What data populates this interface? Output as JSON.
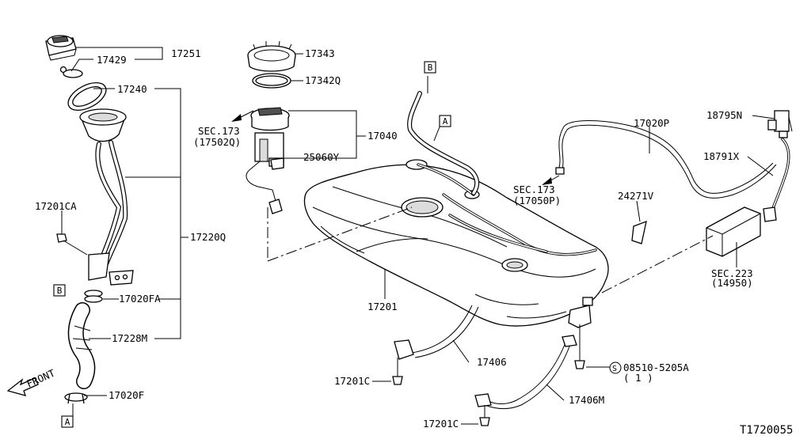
{
  "diagram": {
    "drawing_number": "T1720055",
    "front_label": "FRONT",
    "refs": {
      "a": "A",
      "b": "B",
      "s": "S"
    },
    "parts": {
      "p17251": "17251",
      "p17429": "17429",
      "p17240": "17240",
      "p17201CA": "17201CA",
      "p17220Q": "17220Q",
      "p17020FA": "17020FA",
      "p17228M": "17228M",
      "p17020F": "17020F",
      "p17343": "17343",
      "p17342Q": "17342Q",
      "p17040": "17040",
      "p25060Y": "25060Y",
      "p17201": "17201",
      "p17406": "17406",
      "p17406M": "17406M",
      "p17201C_1": "17201C",
      "p17201C_2": "17201C",
      "p17020P": "17020P",
      "p18795N": "18795N",
      "p18791X": "18791X",
      "p24271V": "24271V",
      "p08510": "08510-5205A",
      "p08510_qty": "( 1 )"
    },
    "sections": {
      "sec173_a": "SEC.173",
      "sec173_a_ref": "(17502Q)",
      "sec173_b": "SEC.173",
      "sec173_b_ref": "(17050P)",
      "sec223": "SEC.223",
      "sec223_ref": "(14950)"
    }
  }
}
